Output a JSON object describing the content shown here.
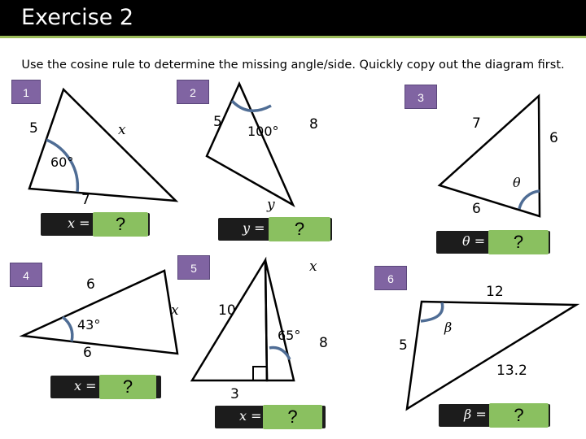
{
  "title": "Exercise 2",
  "instruction": "Use the cosine rule to determine the missing angle/side. Quickly copy out the diagram first.",
  "colors": {
    "badge": "#8064a2",
    "arc": "#4f6d95",
    "answer_box": "#1c1c1c",
    "answer_q": "#8ac060",
    "title_bar": "#000000",
    "accent_line": "#9bbb59"
  },
  "problems": [
    {
      "number": "1",
      "labels": {
        "side_left": "5",
        "side_right": "x",
        "angle": "60°",
        "side_bottom": "7"
      },
      "answer": {
        "label": "x =",
        "value": "?"
      }
    },
    {
      "number": "2",
      "labels": {
        "side_left": "5",
        "angle": "100°",
        "side_right": "8",
        "side_bottom": "y"
      },
      "answer": {
        "label": "y =",
        "value": "?"
      }
    },
    {
      "number": "3",
      "labels": {
        "side_top": "7",
        "side_right": "6",
        "angle": "θ",
        "side_bottom": "6"
      },
      "answer": {
        "label": "θ =",
        "value": "?"
      }
    },
    {
      "number": "4",
      "labels": {
        "side_top": "6",
        "side_right": "x",
        "angle": "43°",
        "side_bottom": "6"
      },
      "answer": {
        "label": "x =",
        "value": "?"
      }
    },
    {
      "number": "5",
      "labels": {
        "side_top": "x",
        "side_left": "10",
        "angle": "65°",
        "side_right": "8",
        "side_bottom": "3"
      },
      "answer": {
        "label": "x =",
        "value": "?"
      }
    },
    {
      "number": "6",
      "labels": {
        "side_top": "12",
        "side_left": "5",
        "angle": "β",
        "side_bottom": "13.2"
      },
      "answer": {
        "label": "β =",
        "value": "?"
      }
    }
  ]
}
